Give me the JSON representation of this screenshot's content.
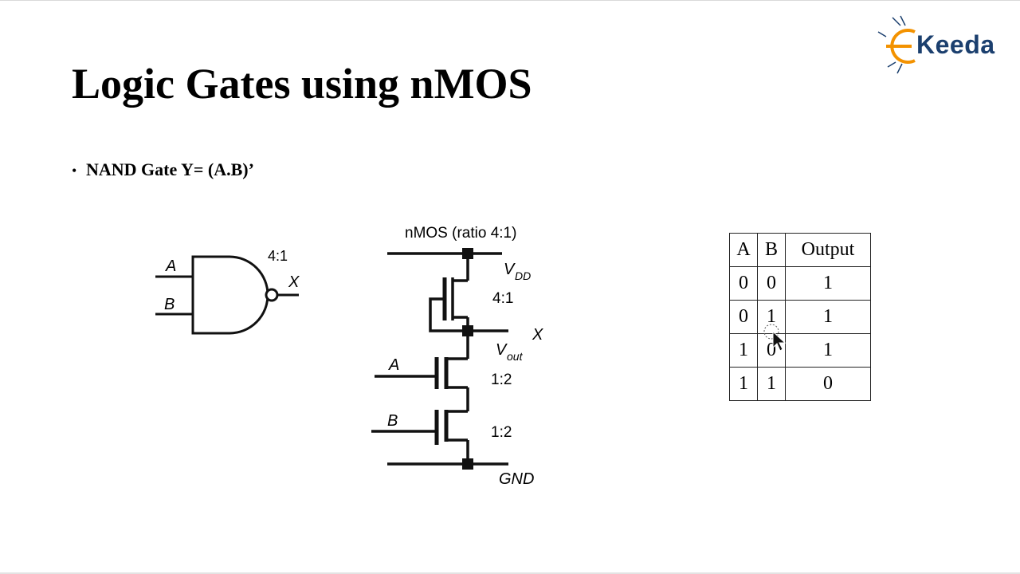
{
  "slide": {
    "title": "Logic Gates using nMOS",
    "bullet_marker": "•",
    "bullet_text": "NAND Gate Y= (A.B)’"
  },
  "logo": {
    "brand_letter_e": "E",
    "brand_rest": "Keeda",
    "accent_color": "#f39200",
    "brand_color": "#1b3f6e"
  },
  "gate_symbol": {
    "input_a": "A",
    "input_b": "B",
    "ratio": "4:1",
    "output": "X"
  },
  "circuit": {
    "caption": "nMOS (ratio 4:1)",
    "vdd_label": "V",
    "vdd_sub": "DD",
    "load_ratio": "4:1",
    "output_label": "X",
    "vout_label": "V",
    "vout_sub": "out",
    "input_a": "A",
    "ratio_a": "1:2",
    "input_b": "B",
    "ratio_b": "1:2",
    "gnd_label": "GND"
  },
  "truth_table": {
    "headers": [
      "A",
      "B",
      "Output"
    ],
    "rows": [
      [
        "0",
        "0",
        "1"
      ],
      [
        "0",
        "1",
        "1"
      ],
      [
        "1",
        "0",
        "1"
      ],
      [
        "1",
        "1",
        "0"
      ]
    ]
  }
}
